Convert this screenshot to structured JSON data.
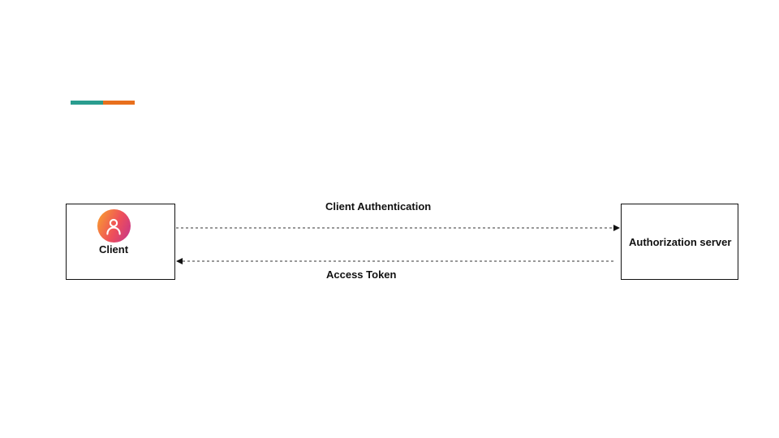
{
  "colors": {
    "accent_teal": "#2a9d8f",
    "accent_orange": "#e8701d",
    "border": "#111111",
    "text": "#111111",
    "connector": "#999999",
    "icon_gradient_start": "#f9a42c",
    "icon_gradient_mid": "#ee4f5a",
    "icon_gradient_end": "#c2338f"
  },
  "diagram": {
    "nodes": {
      "client": {
        "label": "Client",
        "icon": "user-icon"
      },
      "authorization_server": {
        "label": "Authorization server"
      }
    },
    "connectors": {
      "client_authentication": {
        "label": "Client Authentication",
        "from": "client",
        "to": "authorization_server",
        "direction": "left-to-right",
        "style": "dashed"
      },
      "access_token": {
        "label": "Access Token",
        "from": "authorization_server",
        "to": "client",
        "direction": "right-to-left",
        "style": "dashed"
      }
    }
  }
}
